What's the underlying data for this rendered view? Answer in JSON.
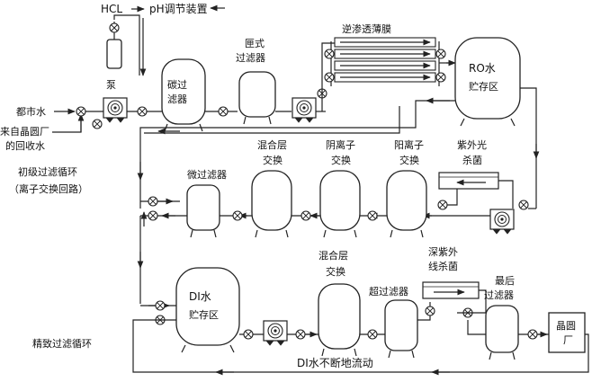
{
  "labels": {
    "hcl": "HCL",
    "ph_device": "pH调节装置",
    "pump": "泵",
    "city_water": "都市水",
    "reclaim_line1": "来自晶圆厂",
    "reclaim_line2": "的回收水",
    "carbon_filter_line1": "碳过",
    "carbon_filter_line2": "滤器",
    "cartridge_filter_line1": "匣式",
    "cartridge_filter_line2": "过滤器",
    "ro_membrane": "逆渗透薄膜",
    "ro_tank_line1": "RO水",
    "ro_tank_line2": "贮存区",
    "primary_loop_line1": "初级过滤循环",
    "primary_loop_line2": "（离子交换回路）",
    "micro_filter": "微过滤器",
    "mixed_bed1_line1": "混合层",
    "mixed_bed1_line2": "交换",
    "anion_line1": "阴离子",
    "anion_line2": "交换",
    "cation_line1": "阳离子",
    "cation_line2": "交换",
    "uv_line1": "紫外光",
    "uv_line2": "杀菌",
    "di_tank_line1": "DI水",
    "di_tank_line2": "贮存区",
    "mixed_bed2_line1": "混合层",
    "mixed_bed2_line2": "交换",
    "ultra_filter": "超过滤器",
    "deep_uv_line1": "深紫外",
    "deep_uv_line2": "线杀菌",
    "final_filter_line1": "最后",
    "final_filter_line2": "过滤器",
    "fab_line1": "晶圆",
    "fab_line2": "厂",
    "polish_loop": "精致过滤循环",
    "di_flow": "DI水不断地流动"
  }
}
